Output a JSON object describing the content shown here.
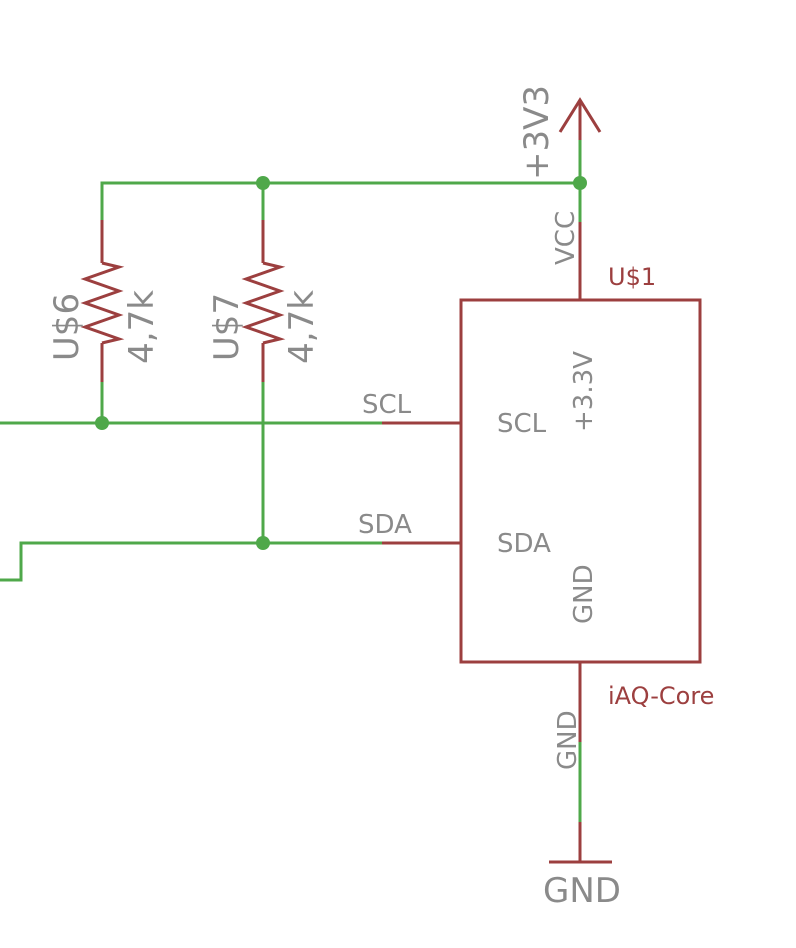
{
  "colors": {
    "wire": "#4fa84a",
    "part": "#9c3f3f",
    "text": "#8a8a8a",
    "junction": "#4fa84a"
  },
  "power": {
    "v3v3_label": "+3V3",
    "gnd_label": "GND"
  },
  "resistors": [
    {
      "ref": "U$6",
      "value": "4,7k"
    },
    {
      "ref": "U$7",
      "value": "4,7k"
    }
  ],
  "ic": {
    "ref": "U$1",
    "name": "iAQ-Core",
    "pins": {
      "scl": "SCL",
      "sda": "SDA",
      "vcc": "+3.3V",
      "gnd": "GND"
    },
    "pin_names_outside": {
      "vcc": "VCC",
      "gnd": "GND"
    }
  },
  "nets": {
    "scl": "SCL",
    "sda": "SDA"
  }
}
